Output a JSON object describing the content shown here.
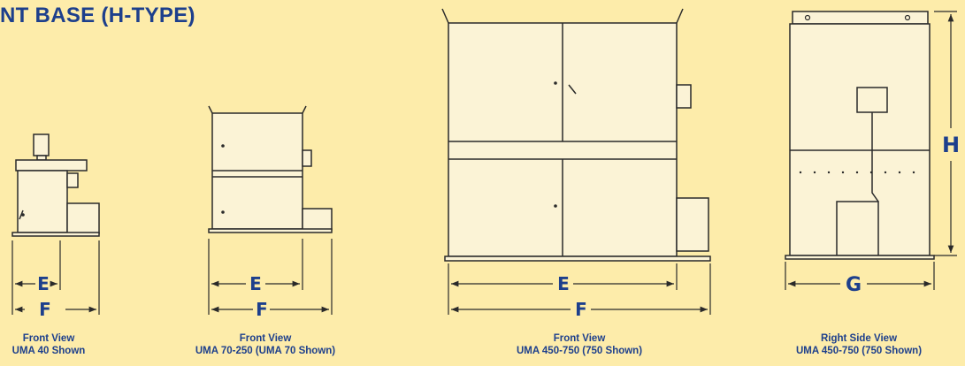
{
  "title": "NT BASE (H-TYPE)",
  "colors": {
    "background": "#fdecaa",
    "label_blue": "#1d3f8c",
    "unit_fill": "#fbf3d6",
    "line": "#2a2a2a"
  },
  "views": [
    {
      "caption_line1": "Front View",
      "caption_line2": "UMA 40 Shown",
      "dims": [
        "E",
        "F"
      ]
    },
    {
      "caption_line1": "Front View",
      "caption_line2": "UMA 70-250 (UMA 70 Shown)",
      "dims": [
        "E",
        "F"
      ]
    },
    {
      "caption_line1": "Front View",
      "caption_line2": "UMA 450-750 (750 Shown)",
      "dims": [
        "E",
        "F"
      ]
    },
    {
      "caption_line1": "Right Side View",
      "caption_line2": "UMA 450-750 (750 Shown)",
      "dims": [
        "G",
        "H"
      ]
    }
  ]
}
